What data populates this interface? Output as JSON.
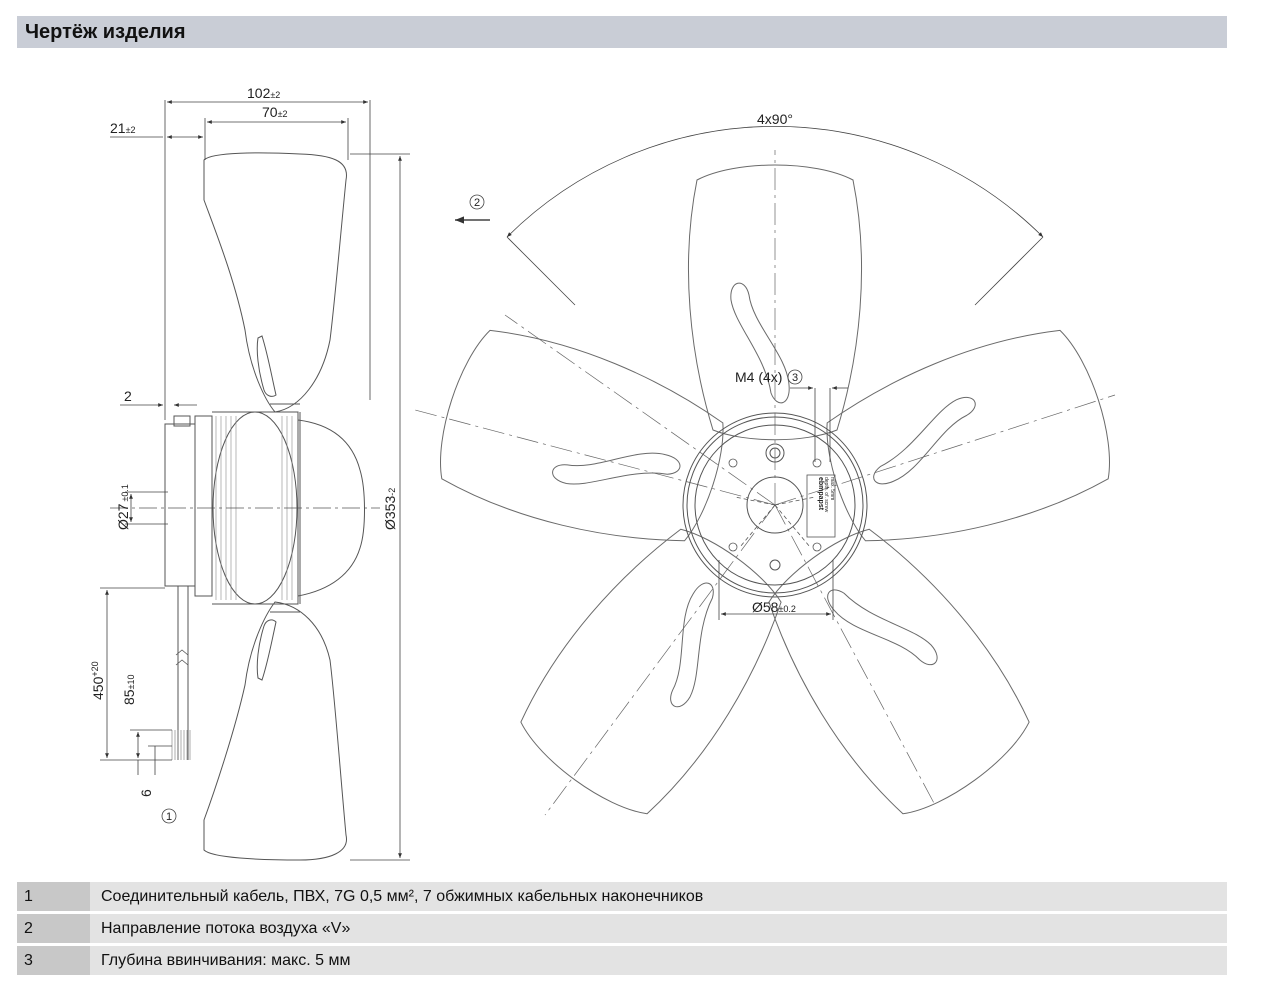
{
  "header": {
    "title": "Чертёж изделия"
  },
  "dimensions": {
    "overall_depth": {
      "value": "102",
      "tol": "±2"
    },
    "hub_depth": {
      "value": "70",
      "tol": "±2"
    },
    "front_offset": {
      "value": "21",
      "tol": "±2"
    },
    "flange_thickness": {
      "value": "2"
    },
    "shaft_diameter": {
      "value": "Ø27",
      "tol": "±0.1"
    },
    "outer_diameter": {
      "value": "Ø353",
      "tol": "-2"
    },
    "cable_length": {
      "value": "450",
      "tol": "+20"
    },
    "strip_length": {
      "value": "85",
      "tol": "±10"
    },
    "ferrule_length": {
      "value": "6"
    },
    "angle": "4x90°",
    "thread": "M4 (4x)",
    "pcd": {
      "value": "Ø58",
      "tol": "±0.2"
    }
  },
  "callouts": {
    "cable": "1",
    "airflow": "2",
    "depth": "3"
  },
  "hub_label": {
    "brand": "ebmpapst",
    "line1": "depth. of. screw",
    "line2": "max. 5mm"
  },
  "legend": [
    {
      "num": "1",
      "text": "Соединительный кабель, ПВХ, 7G 0,5 мм², 7 обжимных кабельных наконечников"
    },
    {
      "num": "2",
      "text": "Направление потока воздуха «V»"
    },
    {
      "num": "3",
      "text": "Глубина ввинчивания: макс. 5 мм"
    }
  ],
  "colors": {
    "header_bg": "#c9cdd6",
    "row_bg": "#e3e3e3",
    "num_bg": "#c8c8c8",
    "line": "#555555"
  }
}
